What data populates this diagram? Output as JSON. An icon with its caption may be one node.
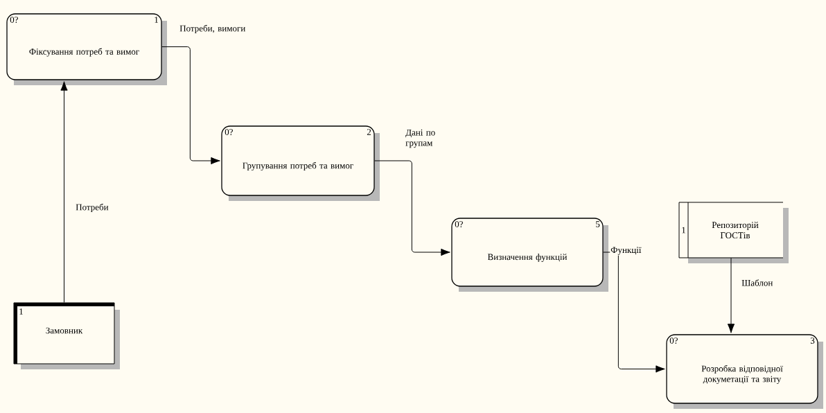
{
  "diagram": {
    "nodes": [
      {
        "text": [
          "0?",
          "1",
          "Фіксування потреб та вимог"
        ]
      },
      {
        "text": [
          "0?",
          "2",
          "Групування потреб та вимог"
        ]
      },
      {
        "text": [
          "0?",
          "5",
          "Визначення функцій"
        ]
      },
      {
        "text": [
          "1",
          "Репозиторій ГОСТів"
        ]
      },
      {
        "text": [
          "1",
          "Замовник"
        ]
      },
      {
        "text": [
          "0?",
          "3",
          "Розробка відповідної докуметації та звіту"
        ]
      }
    ],
    "edges": [
      {
        "from": 4,
        "to": 0,
        "arrow": "to",
        "label": "Потреби"
      },
      {
        "from": 0,
        "to": 1,
        "arrow": "to",
        "label": "Потреби, вимоги"
      },
      {
        "from": 1,
        "to": 2,
        "arrow": "to",
        "label": "Дані по групам"
      },
      {
        "from": 2,
        "to": 5,
        "arrow": "to",
        "label": "Функції"
      },
      {
        "from": 3,
        "to": 5,
        "arrow": "to",
        "label": "Шаблон"
      }
    ]
  }
}
